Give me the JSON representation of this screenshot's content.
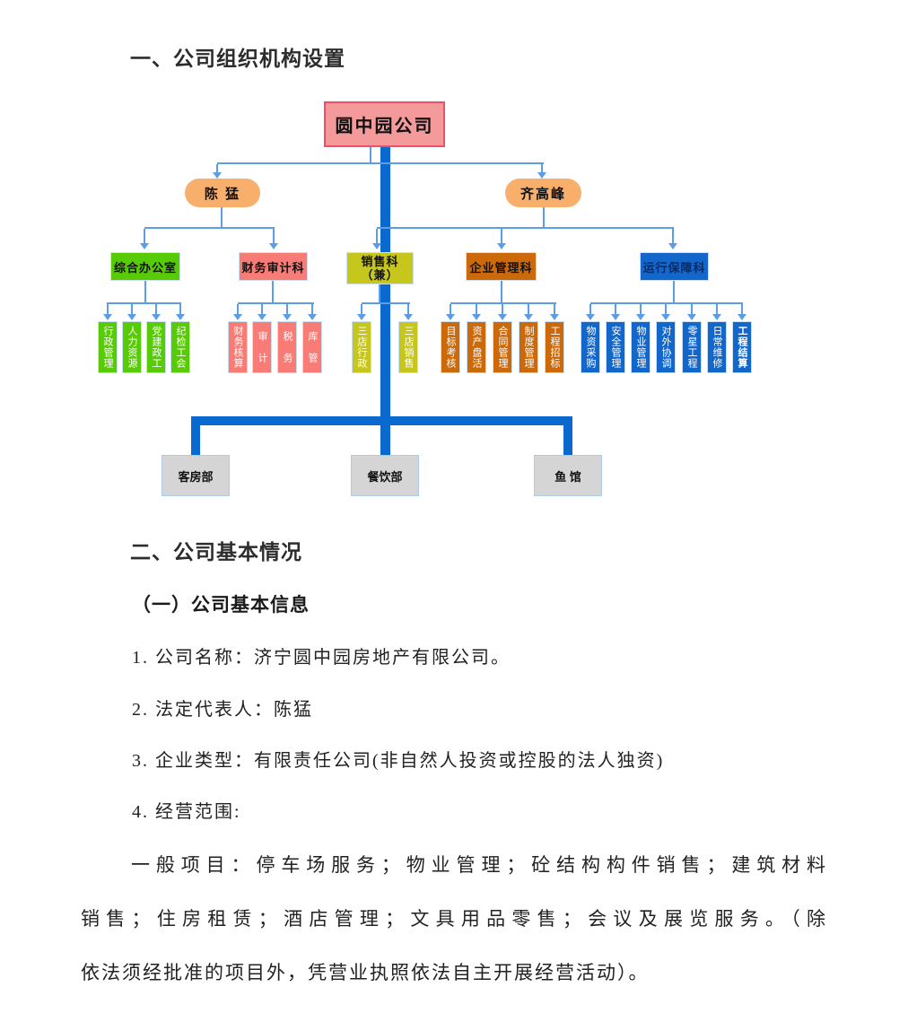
{
  "page": {
    "section1_title": "一、公司组织机构设置",
    "section2_title": "二、公司基本情况",
    "subsection_title": "（一）公司基本信息",
    "items": [
      "1. 公司名称：济宁圆中园房地产有限公司。",
      "2. 法定代表人：陈猛",
      "3. 企业类型：有限责任公司(非自然人投资或控股的法人独资)",
      "4. 经营范围:"
    ],
    "scope_lines": [
      "一般项目：停车场服务；物业管理；砼结构构件销售；建筑材料",
      "销售；住房租赁；酒店管理；文具用品零售；会议及展览服务。（除",
      "依法须经批准的项目外，凭营业执照依法自主开展经营活动）。"
    ]
  },
  "org_chart": {
    "root": "圆中园公司",
    "leaders": [
      "陈 猛",
      "齐高峰"
    ],
    "departments": [
      {
        "label": "综合办公室",
        "children": [
          "行政管理",
          "人力资源",
          "党建政工",
          "纪检工会"
        ]
      },
      {
        "label": "财务审计科",
        "children": [
          "财务核算",
          "审　计",
          "税　务",
          "库　管"
        ]
      },
      {
        "label": "销售科",
        "label_sub": "（兼）",
        "children": [
          "三店行政",
          "三店销售"
        ]
      },
      {
        "label": "企业管理科",
        "children": [
          "目标考核",
          "资产盘活",
          "合同管理",
          "制度管理",
          "工程招标"
        ]
      },
      {
        "label": "运行保障科",
        "children": [
          "物资采购",
          "安全管理",
          "物业管理",
          "对外协调",
          "零星工程",
          "日常维修",
          "工程结算"
        ]
      }
    ],
    "bottom_units": [
      "客房部",
      "餐饮部",
      "鱼 馆"
    ],
    "colors": {
      "root_bg": "#f59a9b",
      "root_border": "#ee5166",
      "leader_bg": "#f9af6c",
      "green": "#57cb06",
      "red": "#f97b76",
      "olive": "#c6c61c",
      "orange": "#cc690a",
      "blue": "#1367cb",
      "unit_bg": "#d5d5d5",
      "thin_connector": "#5c9de5",
      "thick_connector": "#0a69ce"
    }
  }
}
